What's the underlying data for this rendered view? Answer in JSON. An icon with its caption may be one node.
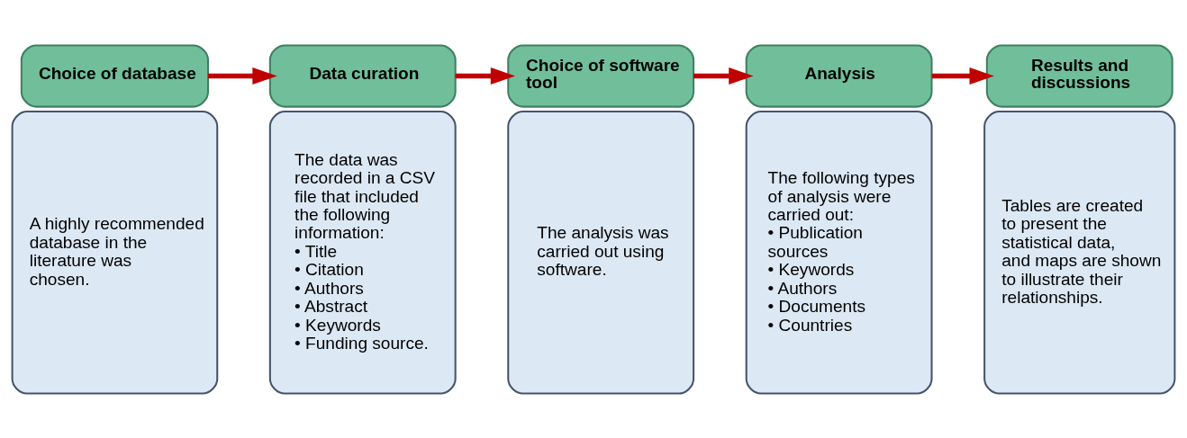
{
  "diagram": {
    "nodes": [
      {
        "text": [
          "Choice of database"
        ]
      },
      {
        "text": [
          "A highly recommended database in the literature was chosen."
        ]
      },
      {
        "text": [
          "Data curation"
        ]
      },
      {
        "text": [
          "The data was recorded in a CSV file that included the following information:",
          "• Title",
          "• Citation",
          "• Authors",
          "• Abstract",
          "• Keywords",
          "• Funding source."
        ]
      },
      {
        "text": [
          "Choice of software tool"
        ]
      },
      {
        "text": [
          "The analysis was carried out using software."
        ]
      },
      {
        "text": [
          "Analysis"
        ]
      },
      {
        "text": [
          "The following types of analysis were carried out:",
          "• Publication sources",
          "• Keywords",
          "• Authors",
          "• Documents",
          "• Countries"
        ]
      },
      {
        "text": [
          "Results and discussions"
        ]
      },
      {
        "text": [
          "Tables are created to present the statistical data, and maps are shown to illustrate their relationships."
        ]
      }
    ],
    "edges": [
      {
        "from": 0,
        "to": 2,
        "arrow": "to",
        "color": "#c00000"
      },
      {
        "from": 2,
        "to": 4,
        "arrow": "to",
        "color": "#c00000"
      },
      {
        "from": 4,
        "to": 6,
        "arrow": "to",
        "color": "#c00000"
      },
      {
        "from": 6,
        "to": 8,
        "arrow": "to",
        "color": "#c00000"
      }
    ]
  }
}
